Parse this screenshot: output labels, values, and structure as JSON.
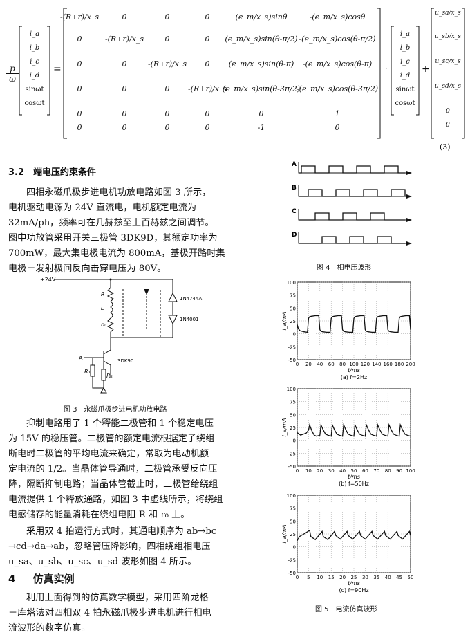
{
  "equation": {
    "lhs_prefix_num": "p",
    "lhs_prefix_den": "ω",
    "state_vector": [
      "i_a",
      "i_b",
      "i_c",
      "i_d",
      "sinωt",
      "cosωt"
    ],
    "matrix": [
      [
        "-(R+r)/x_s",
        "0",
        "0",
        "0",
        "(e_m/x_s)sinθ",
        "-(e_m/x_s)cosθ"
      ],
      [
        "0",
        "-(R+r)/x_s",
        "0",
        "0",
        "(e_m/x_s)sin(θ-π/2)",
        "-(e_m/x_s)cos(θ-π/2)"
      ],
      [
        "0",
        "0",
        "-(R+r)/x_s",
        "0",
        "(e_m/x_s)sin(θ-π)",
        "-(e_m/x_s)cos(θ-π)"
      ],
      [
        "0",
        "0",
        "0",
        "-(R+r)/x_s",
        "(e_m/x_s)sin(θ-3π/2)",
        "-(e_m/x_s)cos(θ-3π/2)"
      ],
      [
        "0",
        "0",
        "0",
        "0",
        "0",
        "1"
      ],
      [
        "0",
        "0",
        "0",
        "0",
        "-1",
        "0"
      ]
    ],
    "source_vector": [
      "u_sa/x_s",
      "u_sb/x_s",
      "u_sc/x_s",
      "u_sd/x_s",
      "0",
      "0"
    ],
    "number": "(3)"
  },
  "section_32": {
    "heading": "3.2　端电压约束条件",
    "para1": [
      "四相永磁爪极步进电机功放电路如图 3 所示，",
      "电机驱动电源为 24V 直流电，电机额定电流为",
      "32mA/ph，频率可在几赫兹至上百赫兹之间调节。",
      "图中功放管采用开关三极管 3DK9D，其额定功率为",
      "700mW，最大集电极电流为 800mA，基极开路时集",
      "电极－发射极间反向击穿电压为 80V。"
    ],
    "para2": [
      "抑制电路用了 1 个释能二极管和 1 个稳定电压",
      "为 15V 的稳压管。二极管的额定电流根据定子绕组",
      "断电时二极管的平均电流来确定，常取为电动机额",
      "定电流的 1/2。当晶体管导通时，二极管承受反向压",
      "降，隔断抑制电路；当晶体管截止时，二极管给绕组",
      "电流提供 1 个释放通路，如图 3 中虚线所示，将绕组",
      "电感储存的能量消耗在绕组电阻 R 和 r₀ 上。"
    ],
    "para3": [
      "采用双 4 拍运行方式时，其通电顺序为 ab→bc",
      "→cd→da→ab，忽略管压降影响，四相绕组相电压",
      "u_sa、u_sb、u_sc、u_sd 波形如图 4 所示。"
    ]
  },
  "section_4": {
    "number": "4",
    "heading": "仿真实例",
    "para": [
      "利用上面得到的仿真数学模型，采用四阶龙格",
      "－库塔法对四相双 4 拍永磁爪极步进电机进行相电",
      "流波形的数字仿真。"
    ]
  },
  "fig3": {
    "caption": "图 3　永磁爪极步进电机功放电路",
    "labels": {
      "supply": "+24V",
      "R": "R",
      "L": "L",
      "r0": "r₀",
      "zener": "1N4744A",
      "diode": "1N4001",
      "transistor": "3DK90",
      "input": "A",
      "R1": "R₁",
      "R2": "R₂"
    }
  },
  "fig4": {
    "caption": "图 4　相电压波形",
    "phases": [
      "A",
      "B",
      "C",
      "D"
    ]
  },
  "fig5": {
    "caption": "图 5　电流仿真波形",
    "ylabel": "i_a/mA",
    "xlabel": "t/ms"
  },
  "chart_data": [
    {
      "type": "line",
      "caption": "(a) f=2Hz",
      "xlabel": "t/ms",
      "ylabel": "i_a/mA",
      "xlim": [
        0,
        200
      ],
      "ylim": [
        -50,
        100
      ],
      "xticks": [
        0,
        20,
        40,
        60,
        80,
        100,
        120,
        140,
        160,
        180,
        200
      ],
      "yticks": [
        -50,
        -25,
        0,
        25,
        50,
        75,
        100
      ],
      "grid": true,
      "series": [
        {
          "x": [
            0,
            2,
            5,
            12,
            18,
            20,
            22,
            25,
            32,
            38,
            40,
            42,
            45,
            52,
            58,
            60,
            62,
            65,
            72,
            78,
            80,
            82,
            85,
            92,
            98,
            100,
            102,
            105,
            112,
            118,
            120,
            122,
            125,
            132,
            138,
            140,
            142,
            145,
            152,
            158,
            160,
            162,
            165,
            172,
            178,
            180,
            182,
            185,
            192,
            198,
            200
          ],
          "y": [
            18,
            10,
            6,
            4,
            3,
            30,
            33,
            34,
            35,
            35,
            8,
            5,
            4,
            3,
            3,
            30,
            33,
            34,
            35,
            35,
            8,
            5,
            4,
            3,
            3,
            30,
            33,
            34,
            35,
            35,
            8,
            5,
            4,
            3,
            3,
            30,
            33,
            34,
            35,
            35,
            8,
            5,
            4,
            3,
            3,
            30,
            33,
            34,
            35,
            35,
            8
          ]
        }
      ]
    },
    {
      "type": "line",
      "caption": "(b) f=50Hz",
      "xlabel": "t/ms",
      "ylabel": "i_a/mA",
      "xlim": [
        0,
        100
      ],
      "ylim": [
        -50,
        100
      ],
      "xticks": [
        0,
        10,
        20,
        30,
        40,
        50,
        60,
        70,
        80,
        90,
        100
      ],
      "yticks": [
        -50,
        -25,
        0,
        25,
        50,
        75,
        100
      ],
      "grid": true,
      "series": [
        {
          "x": [
            0,
            3,
            8,
            10,
            11,
            13,
            15,
            17,
            20,
            21,
            23,
            25,
            27,
            30,
            31,
            33,
            35,
            37,
            40,
            41,
            43,
            45,
            47,
            50,
            51,
            53,
            55,
            57,
            60,
            61,
            63,
            65,
            67,
            70,
            71,
            73,
            75,
            77,
            80,
            81,
            83,
            85,
            87,
            90,
            91,
            93,
            95,
            97,
            100
          ],
          "y": [
            15,
            10,
            14,
            20,
            30,
            18,
            10,
            8,
            10,
            30,
            20,
            12,
            10,
            8,
            30,
            20,
            12,
            10,
            8,
            30,
            20,
            12,
            10,
            8,
            30,
            20,
            12,
            10,
            8,
            30,
            20,
            12,
            10,
            8,
            30,
            20,
            12,
            10,
            8,
            30,
            20,
            12,
            10,
            8,
            30,
            20,
            12,
            10,
            8
          ]
        }
      ]
    },
    {
      "type": "line",
      "caption": "(c) f=90Hz",
      "xlabel": "t/ms",
      "ylabel": "i_a/mA",
      "xlim": [
        0,
        50
      ],
      "ylim": [
        -50,
        100
      ],
      "xticks": [
        0,
        5,
        10,
        15,
        20,
        25,
        30,
        35,
        40,
        45,
        50
      ],
      "yticks": [
        -50,
        -25,
        0,
        25,
        50,
        75,
        100
      ],
      "grid": true,
      "series": [
        {
          "x": [
            0,
            1,
            3,
            5.5,
            6,
            8,
            11,
            11.5,
            13.5,
            16.5,
            17,
            19,
            22,
            22.5,
            24.5,
            27.5,
            28,
            30,
            33,
            33.5,
            35.5,
            38.5,
            39,
            41,
            44,
            44.5,
            46.5,
            49.5,
            50
          ],
          "y": [
            12,
            20,
            25,
            32,
            20,
            14,
            30,
            20,
            14,
            30,
            22,
            15,
            30,
            22,
            15,
            30,
            22,
            15,
            30,
            22,
            15,
            30,
            22,
            15,
            30,
            22,
            15,
            30,
            22
          ]
        }
      ]
    }
  ]
}
